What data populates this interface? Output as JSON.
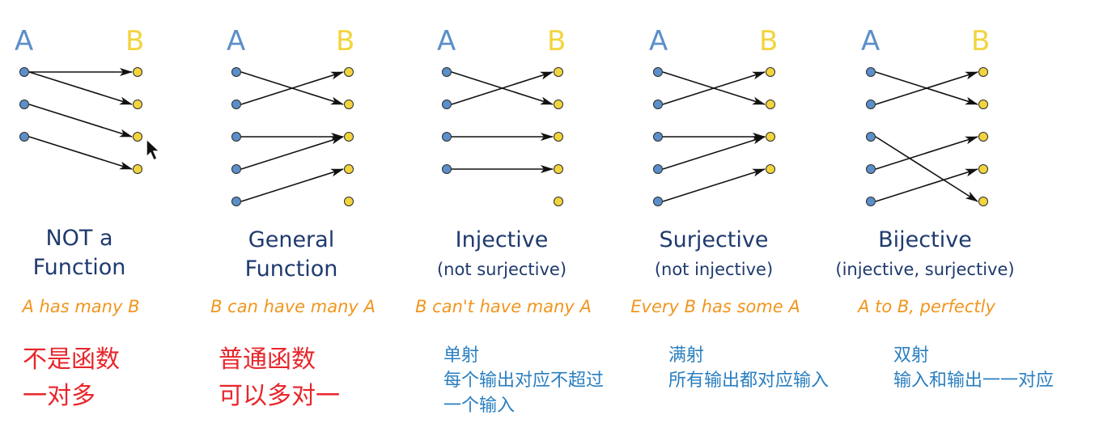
{
  "colors": {
    "label_a": "#5b8fc9",
    "label_b": "#f2d43d",
    "dot_a": "#5b8fc9",
    "dot_b": "#f2d43d",
    "arrow": "#111111",
    "title": "#1f3a6e",
    "caption": "#f0961e",
    "cn_red": "#e8262b",
    "cn_blue": "#2a7fc0"
  },
  "panels": [
    {
      "id": "not-a-function",
      "label_a": "A",
      "label_b": "B",
      "a_count": 3,
      "b_count": 4,
      "mappings": [
        [
          0,
          0
        ],
        [
          0,
          1
        ],
        [
          1,
          2
        ],
        [
          2,
          3
        ]
      ],
      "title_lines": [
        "NOT a",
        "Function"
      ],
      "subtitle": "",
      "caption": "A has many B",
      "cn_lines": [
        "不是函数",
        "一对多"
      ],
      "cn_style": "red"
    },
    {
      "id": "general-function",
      "label_a": "A",
      "label_b": "B",
      "a_count": 5,
      "b_count": 5,
      "mappings": [
        [
          0,
          1
        ],
        [
          1,
          0
        ],
        [
          2,
          2
        ],
        [
          3,
          2
        ],
        [
          4,
          3
        ]
      ],
      "title_lines": [
        "General",
        "Function"
      ],
      "subtitle": "",
      "caption": "B can have many A",
      "cn_lines": [
        "普通函数",
        "可以多对一"
      ],
      "cn_style": "red"
    },
    {
      "id": "injective",
      "label_a": "A",
      "label_b": "B",
      "a_count": 4,
      "b_count": 5,
      "mappings": [
        [
          0,
          1
        ],
        [
          1,
          0
        ],
        [
          2,
          2
        ],
        [
          3,
          3
        ]
      ],
      "title_lines": [
        "Injective"
      ],
      "subtitle": "(not surjective)",
      "caption": "B can't have many A",
      "cn_lines": [
        "单射",
        "每个输出对应不超过",
        "一个输入"
      ],
      "cn_style": "blue"
    },
    {
      "id": "surjective",
      "label_a": "A",
      "label_b": "B",
      "a_count": 5,
      "b_count": 4,
      "mappings": [
        [
          0,
          1
        ],
        [
          1,
          0
        ],
        [
          2,
          2
        ],
        [
          3,
          2
        ],
        [
          4,
          3
        ]
      ],
      "title_lines": [
        "Surjective"
      ],
      "subtitle": "(not injective)",
      "caption": "Every B has some A",
      "cn_lines": [
        "满射",
        "所有输出都对应输入"
      ],
      "cn_style": "blue"
    },
    {
      "id": "bijective",
      "label_a": "A",
      "label_b": "B",
      "a_count": 5,
      "b_count": 5,
      "mappings": [
        [
          0,
          1
        ],
        [
          1,
          0
        ],
        [
          2,
          4
        ],
        [
          3,
          2
        ],
        [
          4,
          3
        ]
      ],
      "title_lines": [
        "Bijective"
      ],
      "subtitle": "(injective, surjective)",
      "caption": "A to B, perfectly",
      "cn_lines": [
        "双射",
        "输入和输出一一对应"
      ],
      "cn_style": "blue"
    }
  ]
}
